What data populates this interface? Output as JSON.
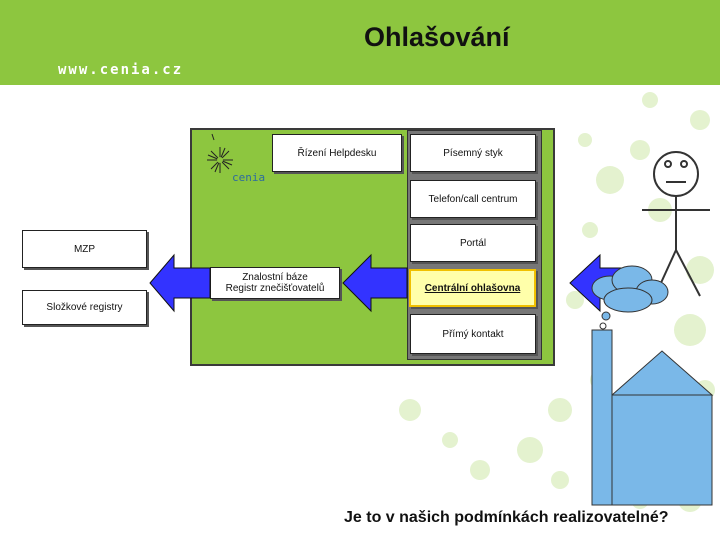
{
  "header": {
    "title": "Ohlašování",
    "url": "www.cenia.cz"
  },
  "logo": {
    "text": "cenia"
  },
  "boxes": {
    "rizeni_helpdesku": "Řízení Helpdesku",
    "pisemny_styk": "Písemný styk",
    "telefon": "Telefon/call centrum",
    "portal": "Portál",
    "centralni_ohlasovna": "Centrální ohlašovna",
    "primy_kontakt": "Přímý kontakt",
    "mzp": "MZP",
    "znalostni_baze_line1": "Znalostní báze",
    "znalostni_baze_line2": "Registr znečišťovatelů",
    "slozkove_registry": "Složkové registry"
  },
  "question": "Je to v našich podmínkách realizovatelné?",
  "colors": {
    "accent_green": "#8dc63f",
    "arrow_blue": "#3333ff",
    "cloud_blue": "#7ab8e8",
    "highlight_yellow": "#ffffaa"
  }
}
